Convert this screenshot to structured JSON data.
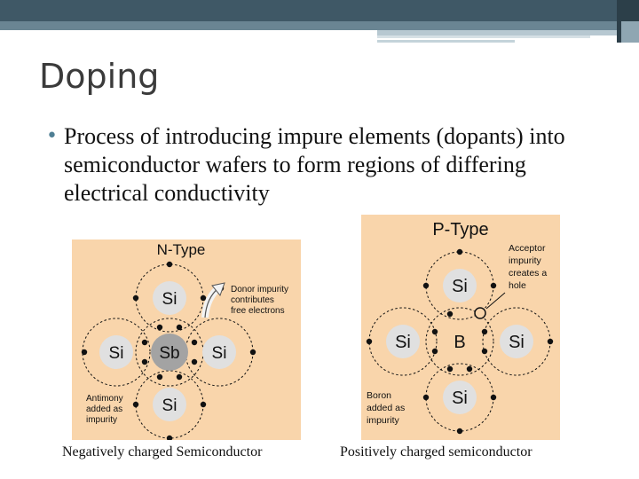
{
  "slide": {
    "title": "Doping",
    "bullet": "Process of introducing impure elements (dopants) into semiconductor wafers to form regions of differing electrical conductivity"
  },
  "diagrams": {
    "n_type": {
      "title": "N-Type",
      "atoms": [
        "Si",
        "Si",
        "Sb",
        "Si",
        "Si"
      ],
      "annotation": [
        "Donor impurity",
        "contributes",
        "free electrons"
      ],
      "label": [
        "Antimony",
        "added as",
        "impurity"
      ],
      "caption": "Negatively charged Semiconductor"
    },
    "p_type": {
      "title": "P-Type",
      "atoms": [
        "Si",
        "Si",
        "B",
        "Si",
        "Si"
      ],
      "annotation": [
        "Acceptor",
        "impurity",
        "creates a",
        "hole"
      ],
      "label": [
        "Boron",
        "added as",
        "impurity"
      ],
      "caption": "Positively charged semiconductor"
    }
  },
  "colors": {
    "panel_bg": "#f9d5ab",
    "atom_fill": "#e0e0e0",
    "dopant_fill": "#a3a3a3",
    "header_dark": "#3f5866",
    "header_mid": "#6a8593",
    "bullet": "#4f7f94"
  }
}
